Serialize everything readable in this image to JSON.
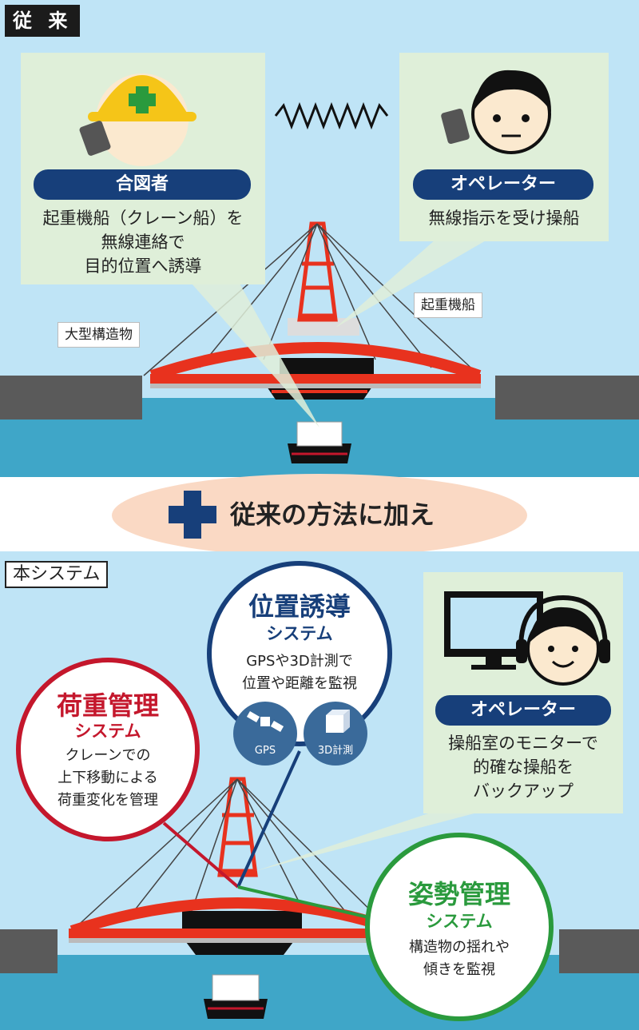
{
  "traditional": {
    "section_tag": "従 来",
    "signaler": {
      "role": "合図者",
      "desc": [
        "起重機船（クレーン船）を",
        "無線連絡で",
        "目的位置へ誘導"
      ]
    },
    "operator": {
      "role": "オペレーター",
      "desc": [
        "無線指示を受け操船"
      ]
    },
    "callout_crane_ship": "起重機船",
    "callout_structure": "大型構造物"
  },
  "divider": {
    "text": "従来の方法に加え"
  },
  "new_system": {
    "section_tag": "本システム",
    "position_guidance": {
      "title": "位置誘導",
      "subtitle": "システム",
      "desc": [
        "GPSや3D計測で",
        "位置や距離を監視"
      ],
      "gps_label": "GPS",
      "measure_label": "3D計測"
    },
    "load_management": {
      "title": "荷重管理",
      "subtitle": "システム",
      "desc": [
        "クレーンでの",
        "上下移動による",
        "荷重変化を管理"
      ]
    },
    "operator": {
      "role": "オペレーター",
      "desc": [
        "操船室のモニターで",
        "的確な操船を",
        "バックアップ"
      ]
    },
    "posture_management": {
      "title": "姿勢管理",
      "subtitle": "システム",
      "desc": [
        "構造物の揺れや",
        "傾きを監視"
      ]
    }
  },
  "colors": {
    "sky": "#bfe4f6",
    "water": "#3fa6c8",
    "panel": "#dfefd9",
    "navy": "#173f7a",
    "red": "#c4172c",
    "green": "#2a9a3d",
    "bridge_red": "#e8321e"
  }
}
